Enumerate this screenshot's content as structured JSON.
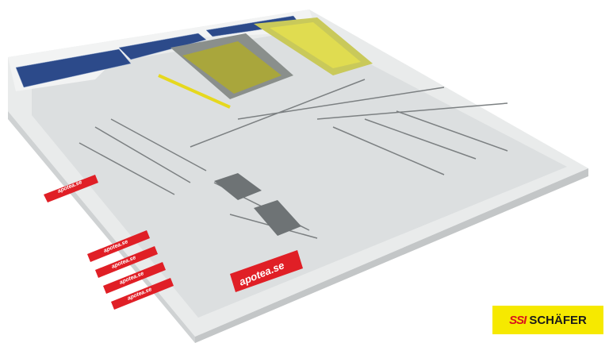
{
  "brand": {
    "client_label": "apotea.se",
    "vendor_logo": {
      "mark": "SSI",
      "name": "SCHÄFER"
    },
    "colors": {
      "client_red": "#e01f26",
      "vendor_yellow": "#f6e900",
      "vendor_red": "#d9151b",
      "rack_yellow": "#d8d23a"
    }
  }
}
